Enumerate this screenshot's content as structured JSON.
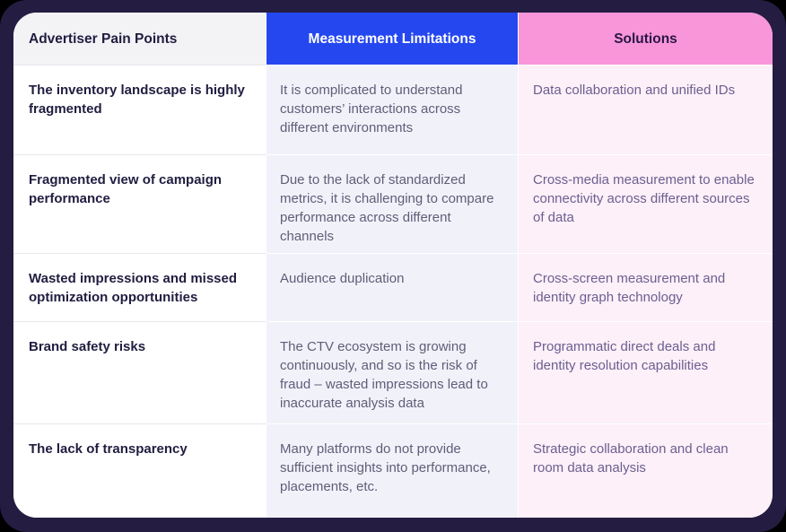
{
  "frame": {
    "outer_background": "#000000",
    "border_color": "#241c41"
  },
  "table": {
    "columns": [
      {
        "id": "pain_points",
        "header": "Advertiser Pain Points",
        "header_bg": "#f3f3f6",
        "header_text_color": "#201d40",
        "cell_bg": "#ffffff",
        "cell_text_color": "#201d40"
      },
      {
        "id": "limitations",
        "header": "Measurement Limitations",
        "header_bg": "#2547f0",
        "header_text_color": "#ffffff",
        "cell_bg": "#f1f2f9",
        "cell_text_color": "#5f5d79"
      },
      {
        "id": "solutions",
        "header": "Solutions",
        "header_bg": "#f996da",
        "header_text_color": "#2a1744",
        "cell_bg": "#fdf0f8",
        "cell_text_color": "#6c5e91"
      }
    ],
    "rows": [
      {
        "pain_point": "The inventory landscape is highly fragmented",
        "limitation": "It is complicated to understand customers’ interactions across different environments",
        "solution": "Data collaboration and unified IDs"
      },
      {
        "pain_point": "Fragmented view of campaign performance",
        "limitation": "Due to the lack of standardized metrics, it is challenging to compare performance across different channels",
        "solution": "Cross-media measurement to enable connectivity across different sources of data"
      },
      {
        "pain_point": "Wasted impressions and missed optimization opportunities",
        "limitation": "Audience duplication",
        "solution": "Cross-screen measurement and identity graph technology"
      },
      {
        "pain_point": "Brand safety risks",
        "limitation": "The CTV ecosystem is growing continuously, and so is the risk of fraud – wasted impressions lead to inaccurate analysis data",
        "solution": "Programmatic direct deals and identity resolution capabilities"
      },
      {
        "pain_point": "The lack of transparency",
        "limitation": "Many platforms do not provide sufficient insights into performance, placements, etc.",
        "solution": "Strategic collaboration and clean room data analysis"
      }
    ]
  }
}
